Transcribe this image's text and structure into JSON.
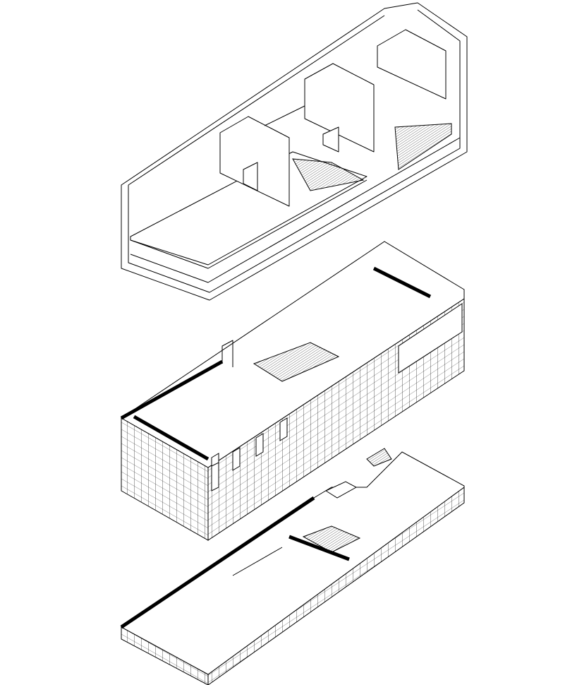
{
  "diagram": {
    "type": "exploded-axonometric",
    "levels": [
      "roof",
      "upper-floor",
      "ground-floor"
    ],
    "colors": {
      "line": "#000000",
      "background": "#ffffff",
      "hatch": "#555555"
    }
  }
}
